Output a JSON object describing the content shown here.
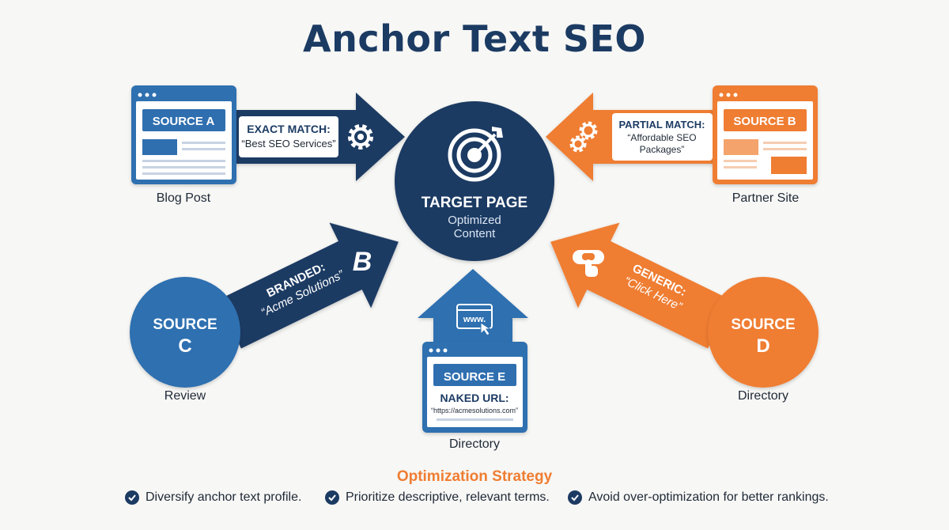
{
  "title": "Anchor Text SEO",
  "colors": {
    "navy": "#1c3b63",
    "blue": "#2f6fb0",
    "orange": "#ef7d32",
    "background": "#f7f7f5"
  },
  "target": {
    "title": "TARGET PAGE",
    "subtitle_line1": "Optimized",
    "subtitle_line2": "Content",
    "icon": "target-icon"
  },
  "sources": {
    "a": {
      "label": "SOURCE A",
      "caption": "Blog Post",
      "anchor_type": "EXACT MATCH:",
      "anchor_text": "“Best SEO Services”",
      "icon": "gear-icon"
    },
    "b": {
      "label": "SOURCE B",
      "caption": "Partner Site",
      "anchor_type": "PARTIAL MATCH:",
      "anchor_text_line1": "“Affordable SEO",
      "anchor_text_line2": "Packages”",
      "icon": "gears-icon"
    },
    "c": {
      "label_line1": "SOURCE",
      "label_line2": "C",
      "caption": "Review",
      "anchor_type": "BRANDED:",
      "anchor_text": "“Acme Solutions”",
      "icon": "brand-b-icon"
    },
    "d": {
      "label_line1": "SOURCE",
      "label_line2": "D",
      "caption": "Directory",
      "anchor_type": "GENERIC:",
      "anchor_text": "“Click Here”",
      "icon": "click-hand-icon"
    },
    "e": {
      "label": "SOURCE E",
      "caption": "Directory",
      "anchor_type": "NAKED URL:",
      "anchor_text": "“https://acmesolutions.com”",
      "icon": "www-browser-icon",
      "icon_text": "www."
    }
  },
  "strategy": {
    "title": "Optimization Strategy",
    "tips": [
      "Diversify anchor text profile.",
      "Prioritize descriptive, relevant terms.",
      "Avoid over-optimization for better rankings."
    ]
  }
}
